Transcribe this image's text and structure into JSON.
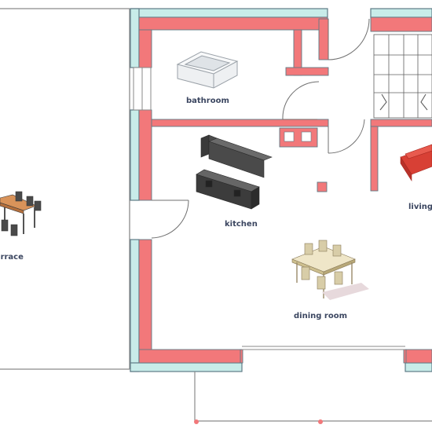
{
  "rooms": {
    "bathroom": "bathroom",
    "kitchen": "kitchen",
    "living": "living",
    "terrace": "terrace",
    "dining": "dining room"
  },
  "colors": {
    "wall": "#f2787a",
    "wall_outline": "#5f7b86",
    "window_glass": "#c8ece9",
    "thin_line": "#8a8a8a",
    "label": "#3b4660",
    "wood": "#d9935a",
    "sofa": "#d84035"
  },
  "icons": [
    "bathtub-icon",
    "kitchen-units-icon",
    "sofa-icon",
    "terrace-table-icon",
    "dining-table-icon",
    "staircase-icon"
  ]
}
